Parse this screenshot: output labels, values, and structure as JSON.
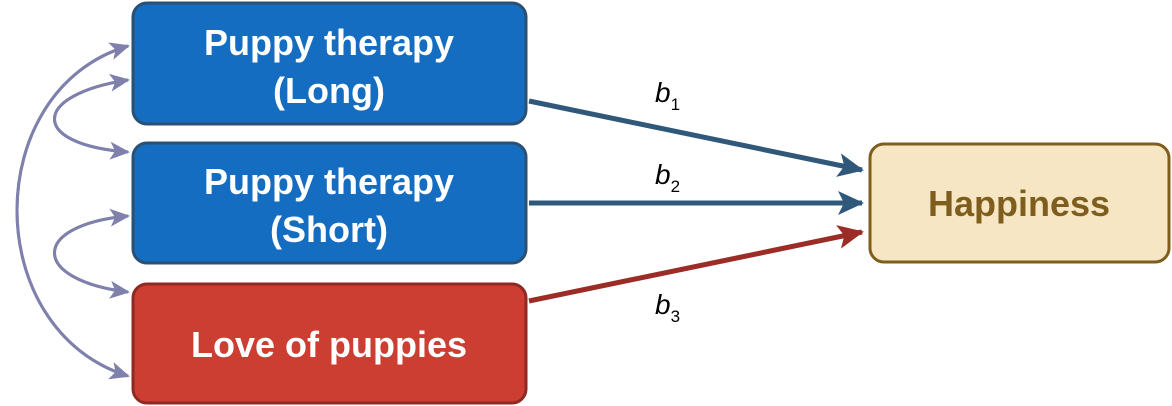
{
  "nodes": {
    "long": {
      "line1": "Puppy therapy",
      "line2": "(Long)",
      "fill": "#156dc1",
      "stroke": "#2a5073",
      "text_color": "#ffffff"
    },
    "short": {
      "line1": "Puppy therapy",
      "line2": "(Short)",
      "fill": "#156dc1",
      "stroke": "#2a5073",
      "text_color": "#ffffff"
    },
    "love": {
      "label": "Love of puppies",
      "fill": "#cc3d32",
      "stroke": "#8e2a22",
      "text_color": "#ffffff"
    },
    "outcome": {
      "label": "Happiness",
      "fill": "#f6e6c3",
      "stroke": "#7f5d1d",
      "text_color": "#7f5d1d"
    }
  },
  "coefficients": {
    "b1": {
      "letter": "b",
      "sub": "1"
    },
    "b2": {
      "letter": "b",
      "sub": "2"
    },
    "b3": {
      "letter": "b",
      "sub": "3"
    }
  },
  "colors": {
    "path_blue": "#2f587b",
    "path_red": "#9b2c26",
    "covariance": "#7f80ab"
  }
}
